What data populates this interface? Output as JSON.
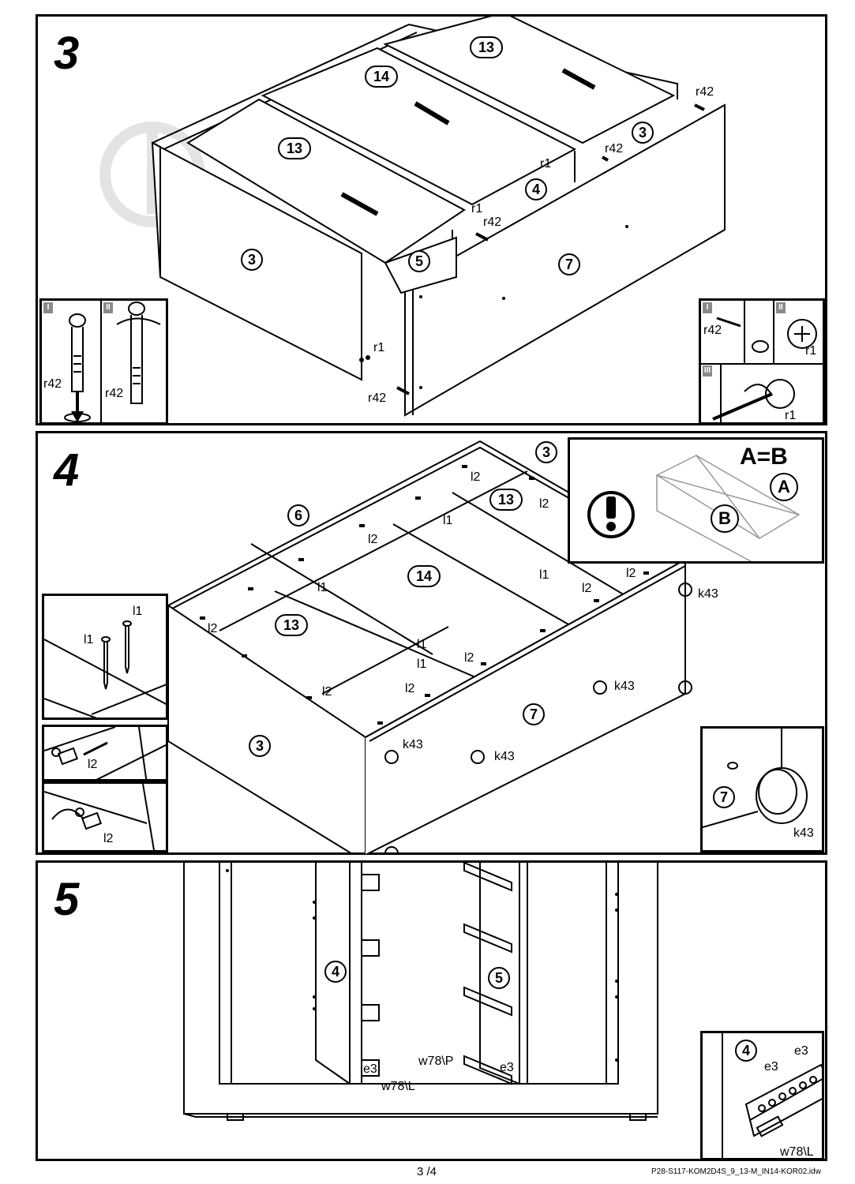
{
  "steps": [
    {
      "number": "3"
    },
    {
      "number": "4"
    },
    {
      "number": "5"
    }
  ],
  "step3": {
    "parts": {
      "p13a": "13",
      "p14": "14",
      "p13b": "13",
      "p3a": "3",
      "p3b": "3",
      "p4": "4",
      "p5": "5",
      "p7": "7"
    },
    "labels": {
      "r42_top": "r42",
      "r1_a": "r1",
      "r42_b": "r42",
      "r1_c": "r1",
      "r42_d": "r42",
      "r1_bottom": "r1",
      "r42_bottom": "r42"
    },
    "inset_left": {
      "roman1": "I",
      "roman2": "II",
      "label1": "r42",
      "label2": "r42"
    },
    "inset_right": {
      "roman1": "I",
      "roman2": "II",
      "roman3": "III",
      "label_r42": "r42",
      "label_r1a": "r1",
      "label_r1b": "r1"
    }
  },
  "step4": {
    "parts": {
      "p3_top": "3",
      "p6": "6",
      "p13a": "13",
      "p14": "14",
      "p13b": "13",
      "p7": "7",
      "p3_front": "3",
      "p7_inset": "7"
    },
    "labels": {
      "l2_a": "l2",
      "l2_b": "l2",
      "l1_a": "l1",
      "l2_c": "l2",
      "l1_b": "l1",
      "l1_c": "l1",
      "l2_d": "l2",
      "l2_e": "l2",
      "l2_f": "l2",
      "l1_d": "l1",
      "l2_g": "l2",
      "l1_e": "l1",
      "l2_h": "l2",
      "l2_i": "l2",
      "l2_j": "l2",
      "k43_a": "k43",
      "k43_b": "k43",
      "k43_c": "k43",
      "k43_d": "k43",
      "k43_inset": "k43"
    },
    "callout": {
      "equation": "A=B",
      "a": "A",
      "b": "B"
    },
    "inset_nails": {
      "l1a": "l1",
      "l1b": "l1"
    },
    "inset_screw1": {
      "label": "l2"
    },
    "inset_screw2": {
      "label": "l2"
    }
  },
  "step5": {
    "parts": {
      "p4": "4",
      "p5": "5"
    },
    "labels": {
      "w78p": "w78\\P",
      "e3_a": "e3",
      "e3_b": "e3",
      "w78l": "w78\\L"
    },
    "inset": {
      "part": "4",
      "e3_a": "e3",
      "e3_b": "e3",
      "w78l": "w78\\L"
    }
  },
  "footer": {
    "page": "3 /4",
    "file": "P28-S117-KOM2D4S_9_13-M_IN14-KOR02.idw"
  }
}
